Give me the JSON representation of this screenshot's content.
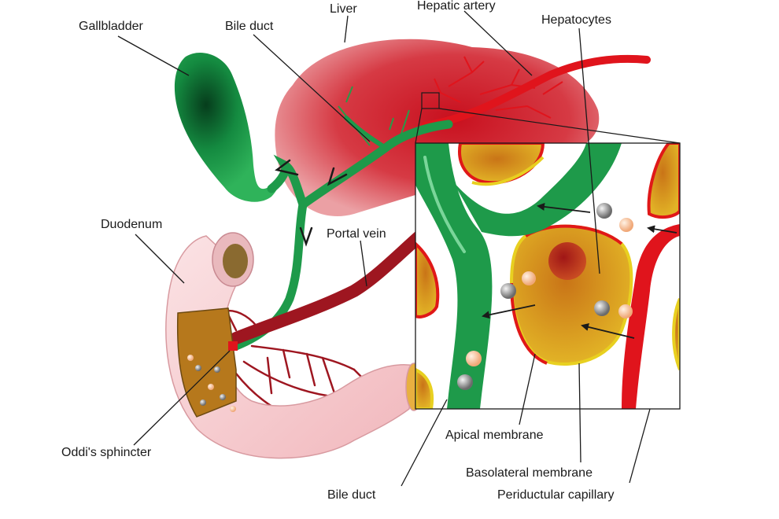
{
  "labels": {
    "gallbladder": "Gallbladder",
    "bile_duct_top": "Bile duct",
    "liver": "Liver",
    "hepatic_artery": "Hepatic artery",
    "hepatocytes": "Hepatocytes",
    "duodenum": "Duodenum",
    "portal_vein": "Portal vein",
    "oddi_sphincter": "Oddi's sphincter",
    "apical_membrane": "Apical membrane",
    "basolateral_membrane": "Basolateral membrane",
    "periductular_capillary": "Periductular capillary",
    "bile_duct_bottom": "Bile duct"
  },
  "colors": {
    "liver": "#c8202c",
    "bile": "#1e9a4a",
    "bile_dark": "#0b5e2a",
    "artery": "#e0141c",
    "portal": "#9e1620",
    "duodenum": "#f3c9cc",
    "hepatocyte": "#d9921e",
    "membrane_apical": "#e8d020",
    "membrane_baso": "#e01818"
  }
}
